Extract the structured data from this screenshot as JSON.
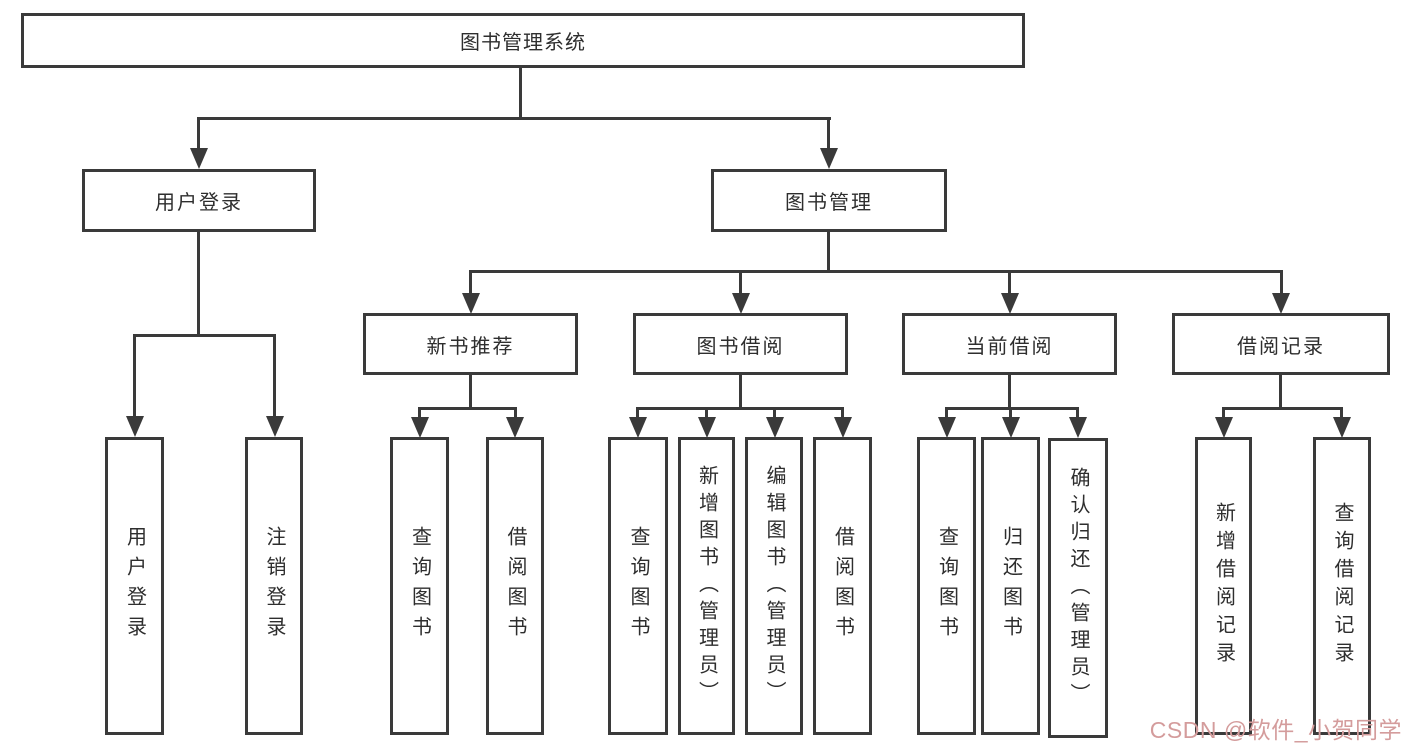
{
  "tree": {
    "label": "图书管理系统",
    "children": [
      {
        "label": "用户登录",
        "children": [
          {
            "label": "用户登录"
          },
          {
            "label": "注销登录"
          }
        ]
      },
      {
        "label": "图书管理",
        "children": [
          {
            "label": "新书推荐",
            "children": [
              {
                "label": "查询图书"
              },
              {
                "label": "借阅图书"
              }
            ]
          },
          {
            "label": "图书借阅",
            "children": [
              {
                "label": "查询图书"
              },
              {
                "label": "新增图书（管理员）"
              },
              {
                "label": "编辑图书（管理员）"
              },
              {
                "label": "借阅图书"
              }
            ]
          },
          {
            "label": "当前借阅",
            "children": [
              {
                "label": "查询图书"
              },
              {
                "label": "归还图书"
              },
              {
                "label": "确认归还（管理员）"
              }
            ]
          },
          {
            "label": "借阅记录",
            "children": [
              {
                "label": "新增借阅记录"
              },
              {
                "label": "查询借阅记录"
              }
            ]
          }
        ]
      }
    ]
  },
  "watermark": {
    "text": "CSDN @软件_小贺同学"
  },
  "colors": {
    "line": "#3a3a3a",
    "text": "#2e2e2e",
    "background": "#ffffff",
    "watermark": "#d49c9c"
  }
}
